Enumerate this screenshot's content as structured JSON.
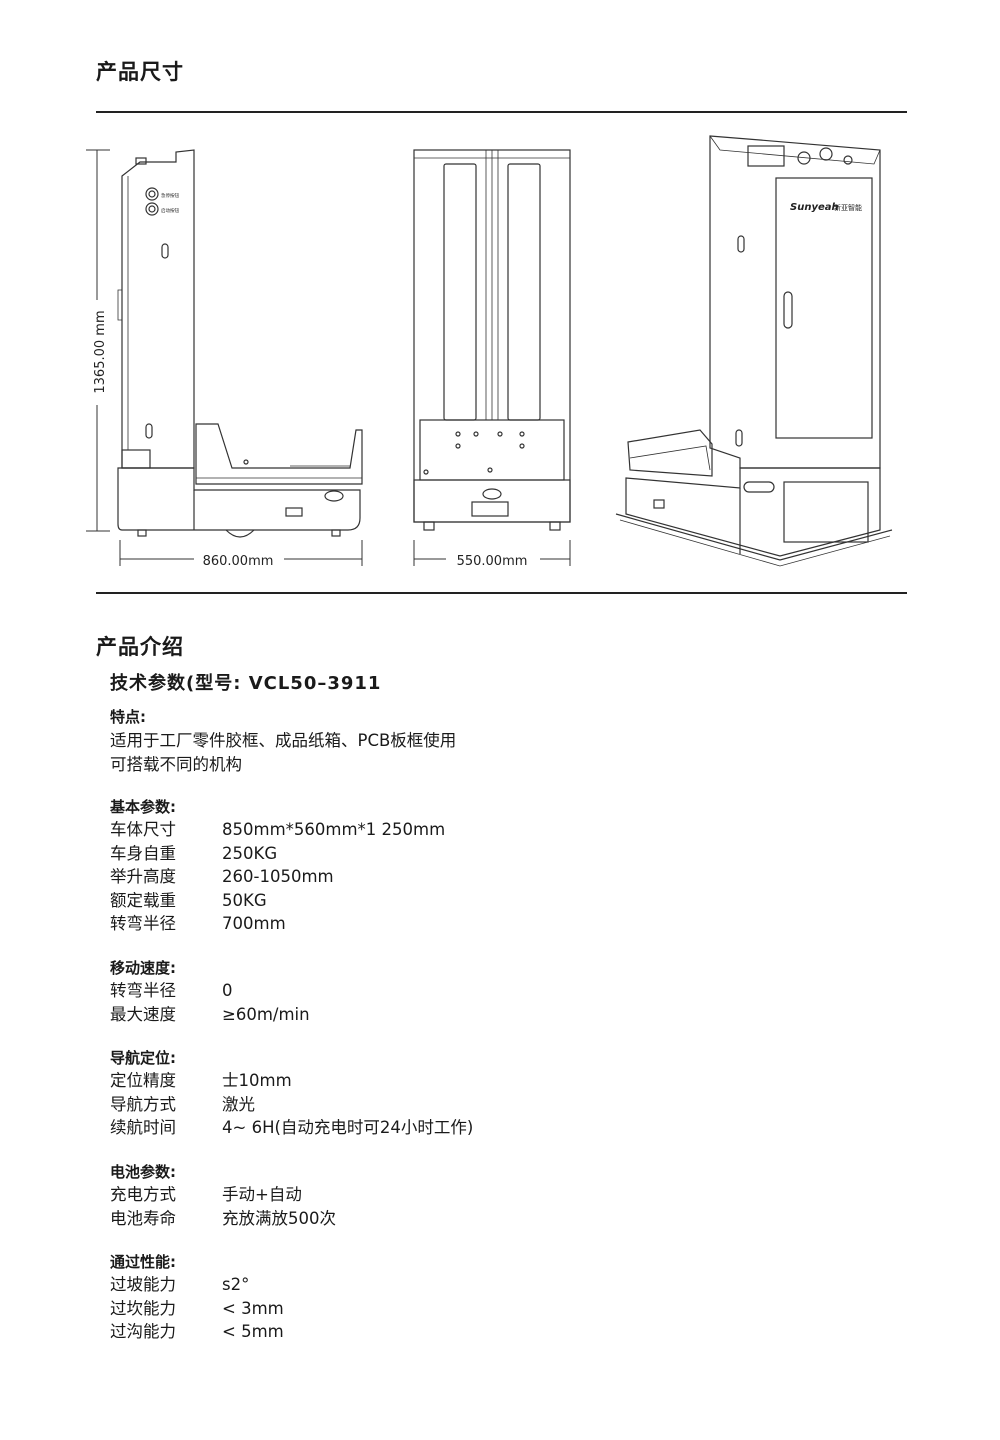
{
  "dimensions_section": {
    "title": "产品尺寸",
    "height_label": "1365.00 mm",
    "width_label_side": "860.00mm",
    "width_label_front": "550.00mm",
    "button_label_1": "急停按钮",
    "button_label_2": "启动按钮",
    "brand_logo": "Sunyeah",
    "brand_name": "新亚智能"
  },
  "intro_section": {
    "title": "产品介绍",
    "subtitle": "技术参数(型号: VCL50–3911",
    "features": {
      "title": "特点:",
      "lines": [
        "适用于工厂零件胶框、成品纸箱、PCB板框使用",
        "可搭载不同的机构"
      ]
    },
    "groups": [
      {
        "title": "基本参数:",
        "rows": [
          {
            "k": "车体尺寸",
            "v": "850mm*560mm*1 250mm"
          },
          {
            "k": "车身自重",
            "v": "250KG"
          },
          {
            "k": "举升高度",
            "v": "260-1050mm"
          },
          {
            "k": "额定载重",
            "v": "50KG"
          },
          {
            "k": "转弯半径",
            "v": "700mm"
          }
        ]
      },
      {
        "title": "移动速度:",
        "rows": [
          {
            "k": "转弯半径",
            "v": "0"
          },
          {
            "k": "最大速度",
            "v": "≥60m/min"
          }
        ]
      },
      {
        "title": "导航定位:",
        "rows": [
          {
            "k": "定位精度",
            "v": "士10mm"
          },
          {
            "k": "导航方式",
            "v": "激光"
          },
          {
            "k": "续航时间",
            "v": "4~ 6H(自动充电时可24小时工作)"
          }
        ]
      },
      {
        "title": "电池参数:",
        "rows": [
          {
            "k": "充电方式",
            "v": "手动+自动"
          },
          {
            "k": "电池寿命",
            "v": "充放满放500次"
          }
        ]
      },
      {
        "title": "通过性能:",
        "rows": [
          {
            "k": "过坡能力",
            "v": "s2°"
          },
          {
            "k": "过坎能力",
            "v": "< 3mm"
          },
          {
            "k": "过沟能力",
            "v": "< 5mm"
          }
        ]
      }
    ]
  }
}
